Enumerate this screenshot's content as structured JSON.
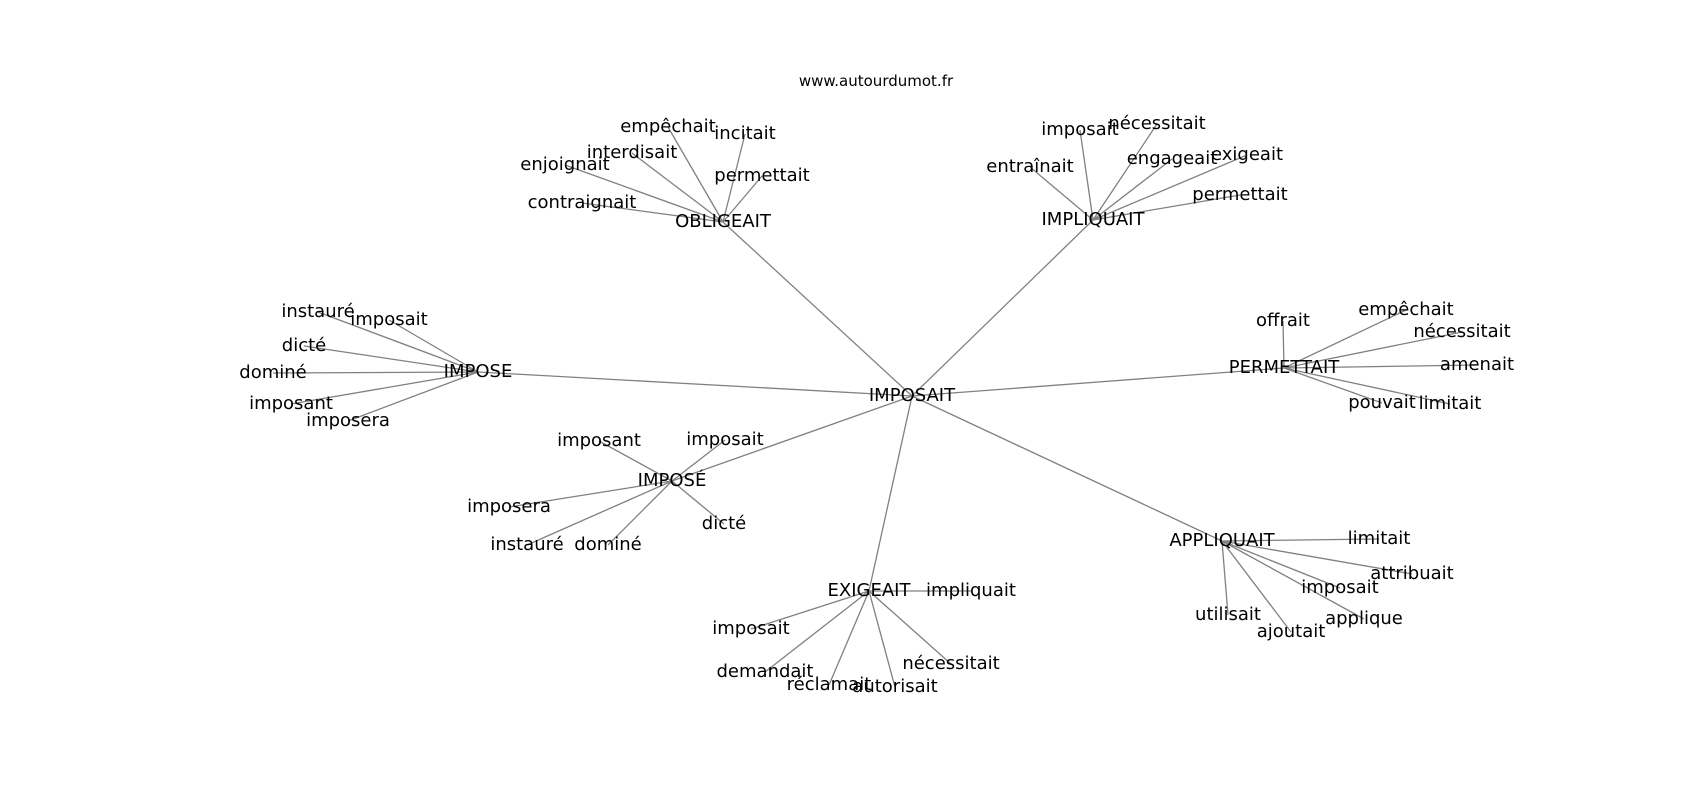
{
  "source": "www.autourdumot.fr",
  "center": "IMPOSAIT",
  "groups": [
    {
      "label": "OBLIGEAIT",
      "words": [
        "empêchait",
        "incitait",
        "interdisait",
        "enjoignait",
        "permettait",
        "contraignait"
      ]
    },
    {
      "label": "IMPLIQUAIT",
      "words": [
        "imposait",
        "nécessitait",
        "entraînait",
        "engageait",
        "exigeait",
        "permettait"
      ]
    },
    {
      "label": "IMPOSE",
      "words": [
        "instauré",
        "imposait",
        "dicté",
        "dominé",
        "imposant",
        "imposera"
      ]
    },
    {
      "label": "PERMETTAIT",
      "words": [
        "offrait",
        "empêchait",
        "nécessitait",
        "amenait",
        "pouvait",
        "limitait"
      ]
    },
    {
      "label": "IMPOSÉ",
      "words": [
        "imposant",
        "imposait",
        "imposera",
        "instauré",
        "dominé",
        "dicté"
      ]
    },
    {
      "label": "APPLIQUAIT",
      "words": [
        "limitait",
        "attribuait",
        "imposait",
        "utilisait",
        "applique",
        "ajoutait"
      ]
    },
    {
      "label": "EXIGEAIT",
      "words": [
        "impliquait",
        "imposait",
        "demandait",
        "nécessitait",
        "réclamait",
        "autorisait"
      ]
    }
  ]
}
